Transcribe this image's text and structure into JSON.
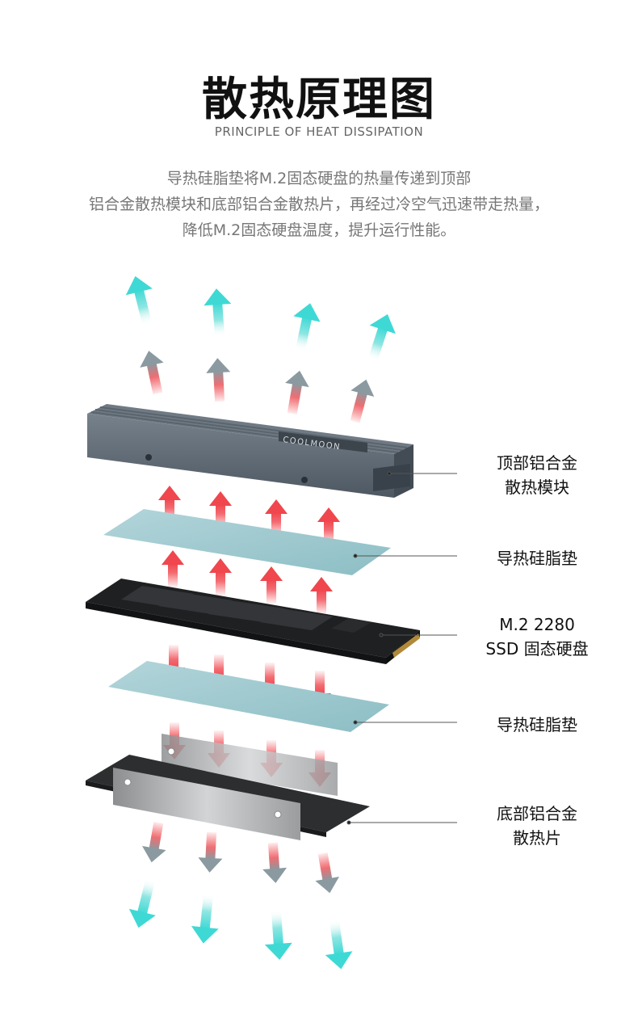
{
  "header": {
    "title": "散热原理图",
    "subtitle": "PRINCIPLE OF HEAT DISSIPATION"
  },
  "description": {
    "line1": "导热硅脂垫将M.2固态硬盘的热量传递到顶部",
    "line2": "铝合金散热模块和底部铝合金散热片，再经过冷空气迅速带走热量，",
    "line3": "降低M.2固态硬盘温度，提升运行性能。"
  },
  "heatsink_brand": "COOLMOON",
  "labels": {
    "top_heatsink": {
      "line1": "顶部铝合金",
      "line2": "散热模块"
    },
    "pad_top": {
      "line1": "导热硅脂垫"
    },
    "ssd": {
      "line1": "M.2 2280",
      "line2": "SSD 固态硬盘"
    },
    "pad_bottom": {
      "line1": "导热硅脂垫"
    },
    "bottom_plate": {
      "line1": "底部铝合金",
      "line2": "散热片"
    }
  },
  "colors": {
    "heat_red": "#f0464e",
    "cool_cyan": "#3fd9d5",
    "heatsink_grey": "#5e6973",
    "pad_blue": "#9cc6cc",
    "ssd_black": "#2a2b2d",
    "plate_silver": "#b4b6b8"
  }
}
